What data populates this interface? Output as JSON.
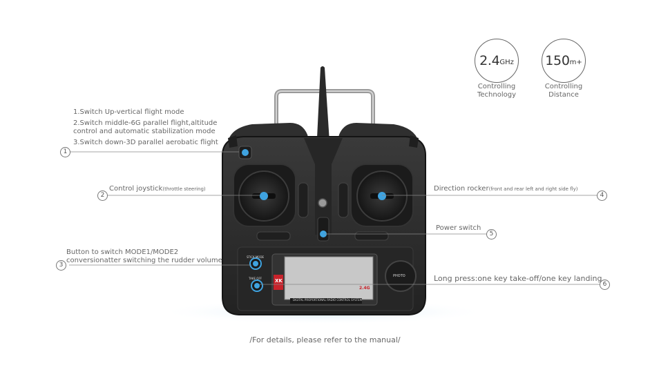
{
  "specs": [
    {
      "value": "2.4",
      "unit": "GHz",
      "label_line1": "Controlling",
      "label_line2": "Technology"
    },
    {
      "value": "150",
      "unit": "m+",
      "label_line1": "Controlling",
      "label_line2": "Distance"
    }
  ],
  "annotations": {
    "a1": {
      "number": "1",
      "line1": "1.Switch Up-vertical flight mode",
      "line2": "2.Switch middle-6G parallel flight,altitude",
      "line3": "control and automatic stabilization mode",
      "line4": "3.Switch down-3D parallel aerobatic flight"
    },
    "a2": {
      "number": "2",
      "text": "Control joystick",
      "small": "(throttle steering)"
    },
    "a3": {
      "number": "3",
      "line1": "Button to switch MODE1/MODE2",
      "line2": "conversionatter switching the rudder volume"
    },
    "a4": {
      "number": "4",
      "text": "Direction rocker",
      "small": "(front and rear left and right side fly)"
    },
    "a5": {
      "number": "5",
      "text": "Power switch"
    },
    "a6": {
      "number": "6",
      "text": "Long press:one key take-off/one key landing"
    }
  },
  "device": {
    "btn_stick_mode": "STICK MODE",
    "btn_take_off": "TAKE OFF",
    "btn_photo": "PHOTO",
    "brand": "XK",
    "band": "2.4G",
    "bottom_text": "DIGITAL PROPORTIONAL RADIO CONTROL SYSTEM"
  },
  "footer": "/For details, please refer to the manual/",
  "colors": {
    "body": "#2b2b2b",
    "body_edge": "#1a1a1a",
    "accent_blue": "#3fa3e0",
    "glow": "#dcecf8",
    "text": "#666666"
  }
}
